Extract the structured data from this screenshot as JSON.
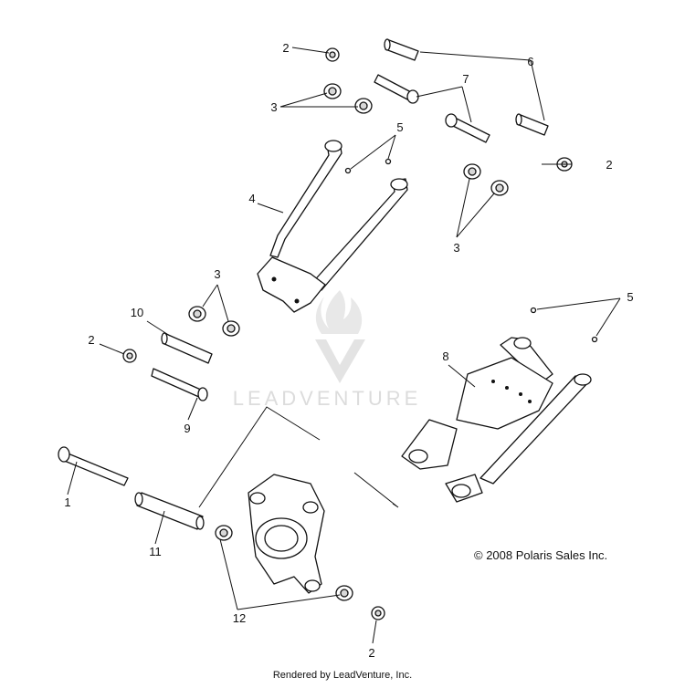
{
  "diagram": {
    "callouts": {
      "c1": "1",
      "c2a": "2",
      "c2b": "2",
      "c2c": "2",
      "c2d": "2",
      "c3a": "3",
      "c3b": "3",
      "c3c": "3",
      "c4": "4",
      "c5a": "5",
      "c5b": "5",
      "c6": "6",
      "c7": "7",
      "c8": "8",
      "c9": "9",
      "c10": "10",
      "c11": "11",
      "c12": "12"
    },
    "watermark": "LEADVENTURE",
    "copyright": "© 2008 Polaris Sales Inc.",
    "footer": "Rendered by LeadVenture, Inc."
  }
}
